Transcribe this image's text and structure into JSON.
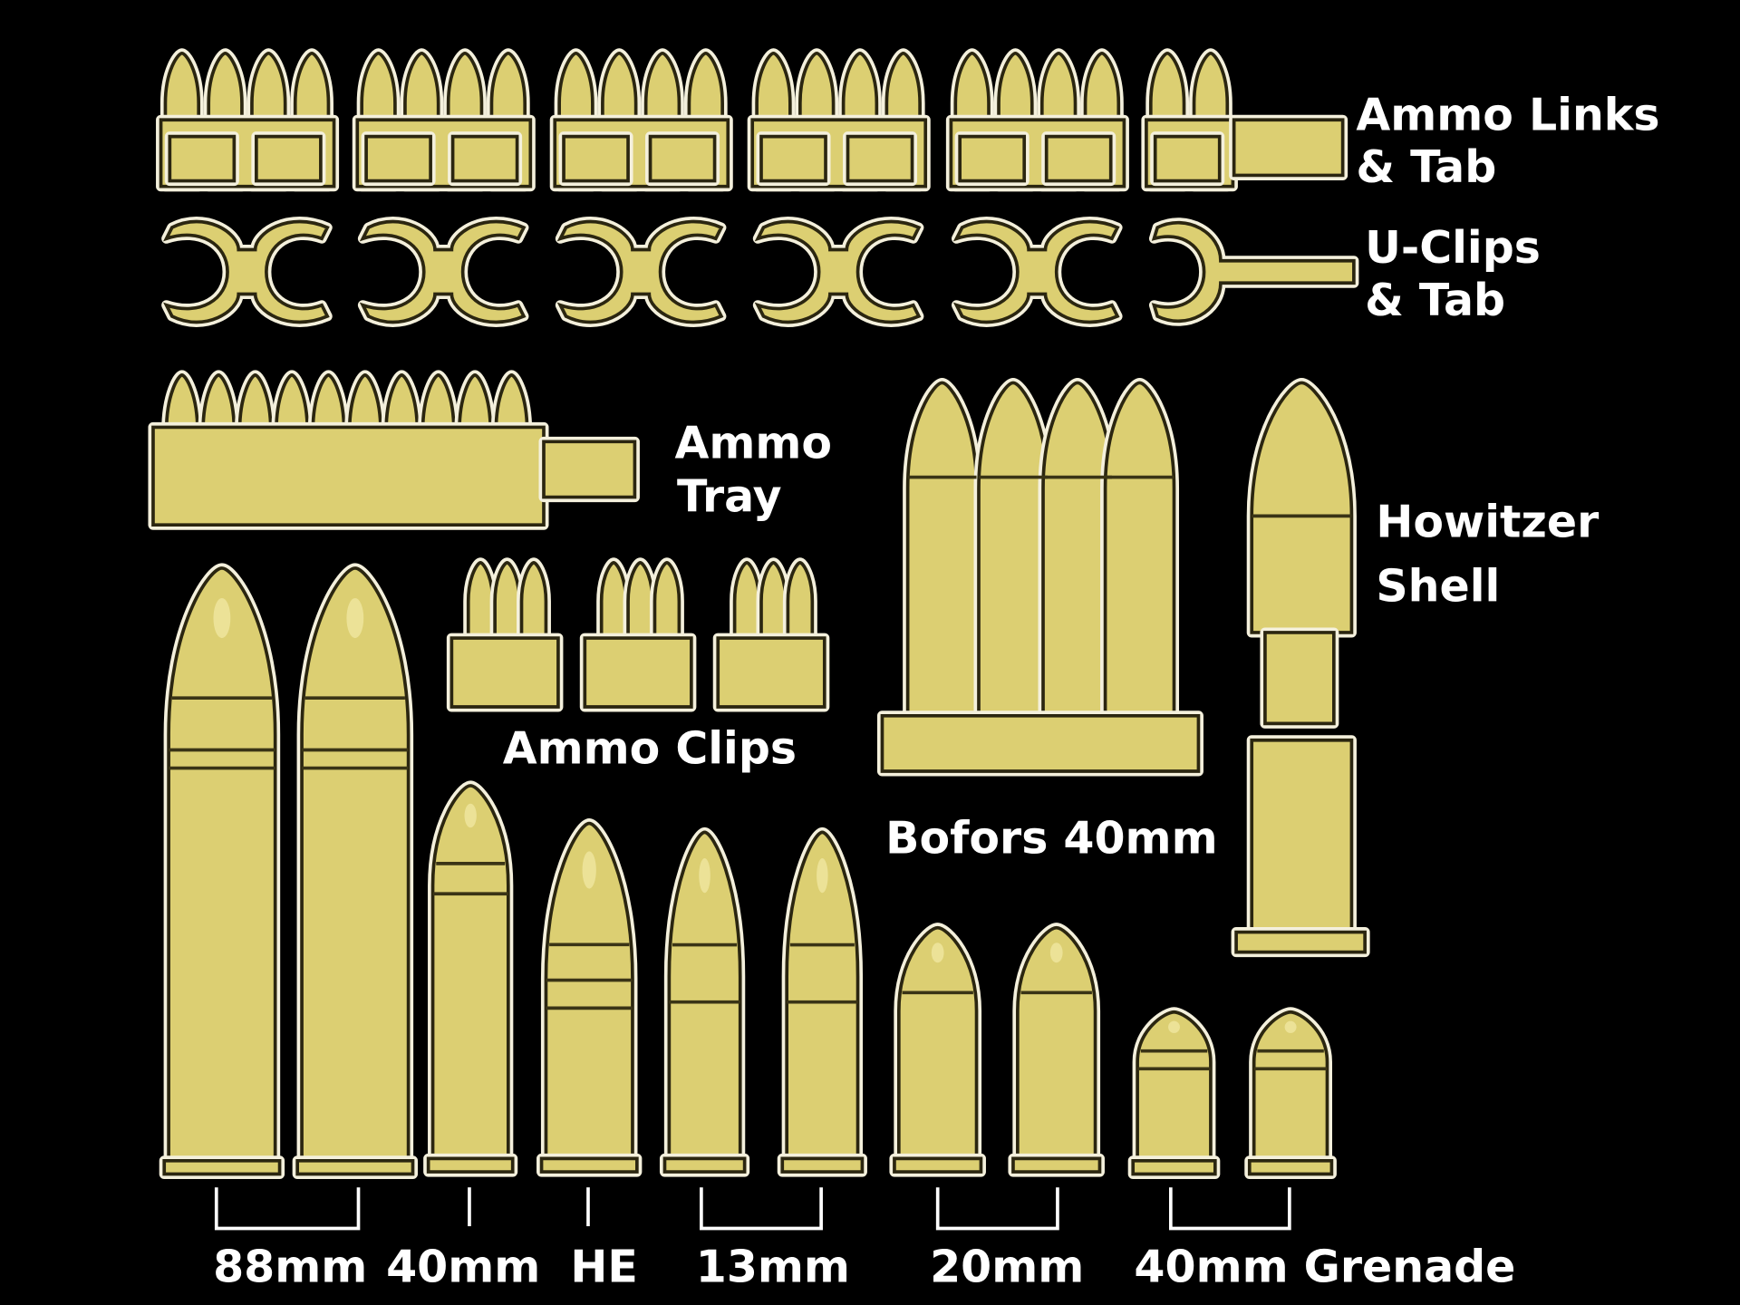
{
  "labels": {
    "ammo_links": [
      "Ammo Links",
      "& Tab"
    ],
    "u_clips": [
      "U-Clips",
      "& Tab"
    ],
    "ammo_tray": [
      "Ammo",
      "Tray"
    ],
    "howitzer": [
      "Howitzer",
      "Shell"
    ],
    "ammo_clips": "Ammo Clips",
    "bofors": "Bofors 40mm",
    "cal_88": "88mm",
    "cal_40": "40mm",
    "cal_he": "HE",
    "cal_13": "13mm",
    "cal_20": "20mm",
    "cal_grenade": "40mm Grenade"
  },
  "colors": {
    "brass": "#dccf72",
    "outline": "#2b2610",
    "background": "#000000",
    "text": "#ffffff"
  }
}
